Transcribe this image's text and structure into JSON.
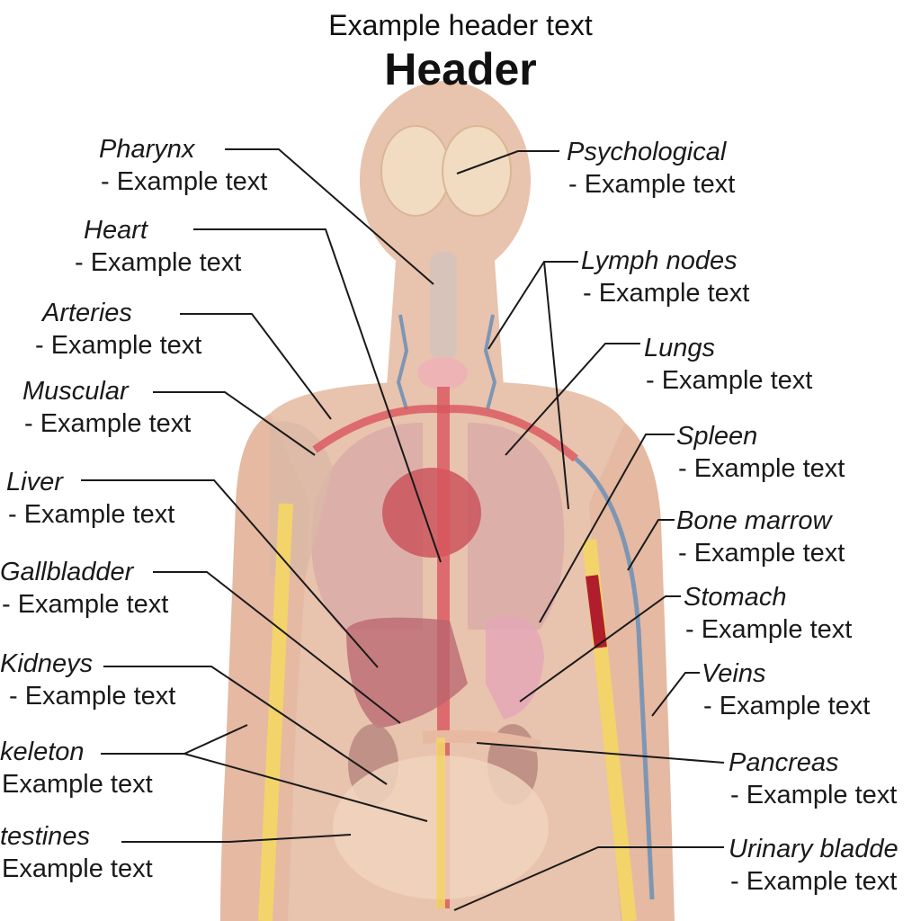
{
  "header": {
    "subtitle": "Example header text",
    "title": "Header"
  },
  "colors": {
    "skin": "#e8c3ad",
    "organ": "#c9848a",
    "artery": "#d9555c",
    "bone": "#f2d46b",
    "vein": "#7d96b3",
    "line": "#1a1a1a"
  },
  "labels": [
    {
      "id": "pharynx",
      "name": "Pharynx",
      "desc": "- Example text"
    },
    {
      "id": "heart",
      "name": "Heart",
      "desc": "- Example text"
    },
    {
      "id": "arteries",
      "name": "Arteries",
      "desc": "- Example text"
    },
    {
      "id": "muscular",
      "name": "Muscular",
      "desc": "- Example text"
    },
    {
      "id": "liver",
      "name": "Liver",
      "desc": "- Example text"
    },
    {
      "id": "gallbladder",
      "name": "Gallbladder",
      "desc": "- Example text"
    },
    {
      "id": "kidneys",
      "name": "Kidneys",
      "desc": "- Example text"
    },
    {
      "id": "skeleton",
      "name": "keleton",
      "desc": "Example text"
    },
    {
      "id": "intestines",
      "name": "testines",
      "desc": "Example text"
    },
    {
      "id": "psychological",
      "name": "Psychological",
      "desc": "- Example text"
    },
    {
      "id": "lymph-nodes",
      "name": "Lymph nodes",
      "desc": "- Example text"
    },
    {
      "id": "lungs",
      "name": "Lungs",
      "desc": "- Example text"
    },
    {
      "id": "spleen",
      "name": "Spleen",
      "desc": "- Example text"
    },
    {
      "id": "bone-marrow",
      "name": "Bone marrow",
      "desc": "- Example text"
    },
    {
      "id": "stomach",
      "name": "Stomach",
      "desc": "- Example text"
    },
    {
      "id": "veins",
      "name": "Veins",
      "desc": "- Example text"
    },
    {
      "id": "pancreas",
      "name": "Pancreas",
      "desc": "- Example text"
    },
    {
      "id": "urinary-bladder",
      "name": "Urinary bladde",
      "desc": "- Example text"
    }
  ]
}
